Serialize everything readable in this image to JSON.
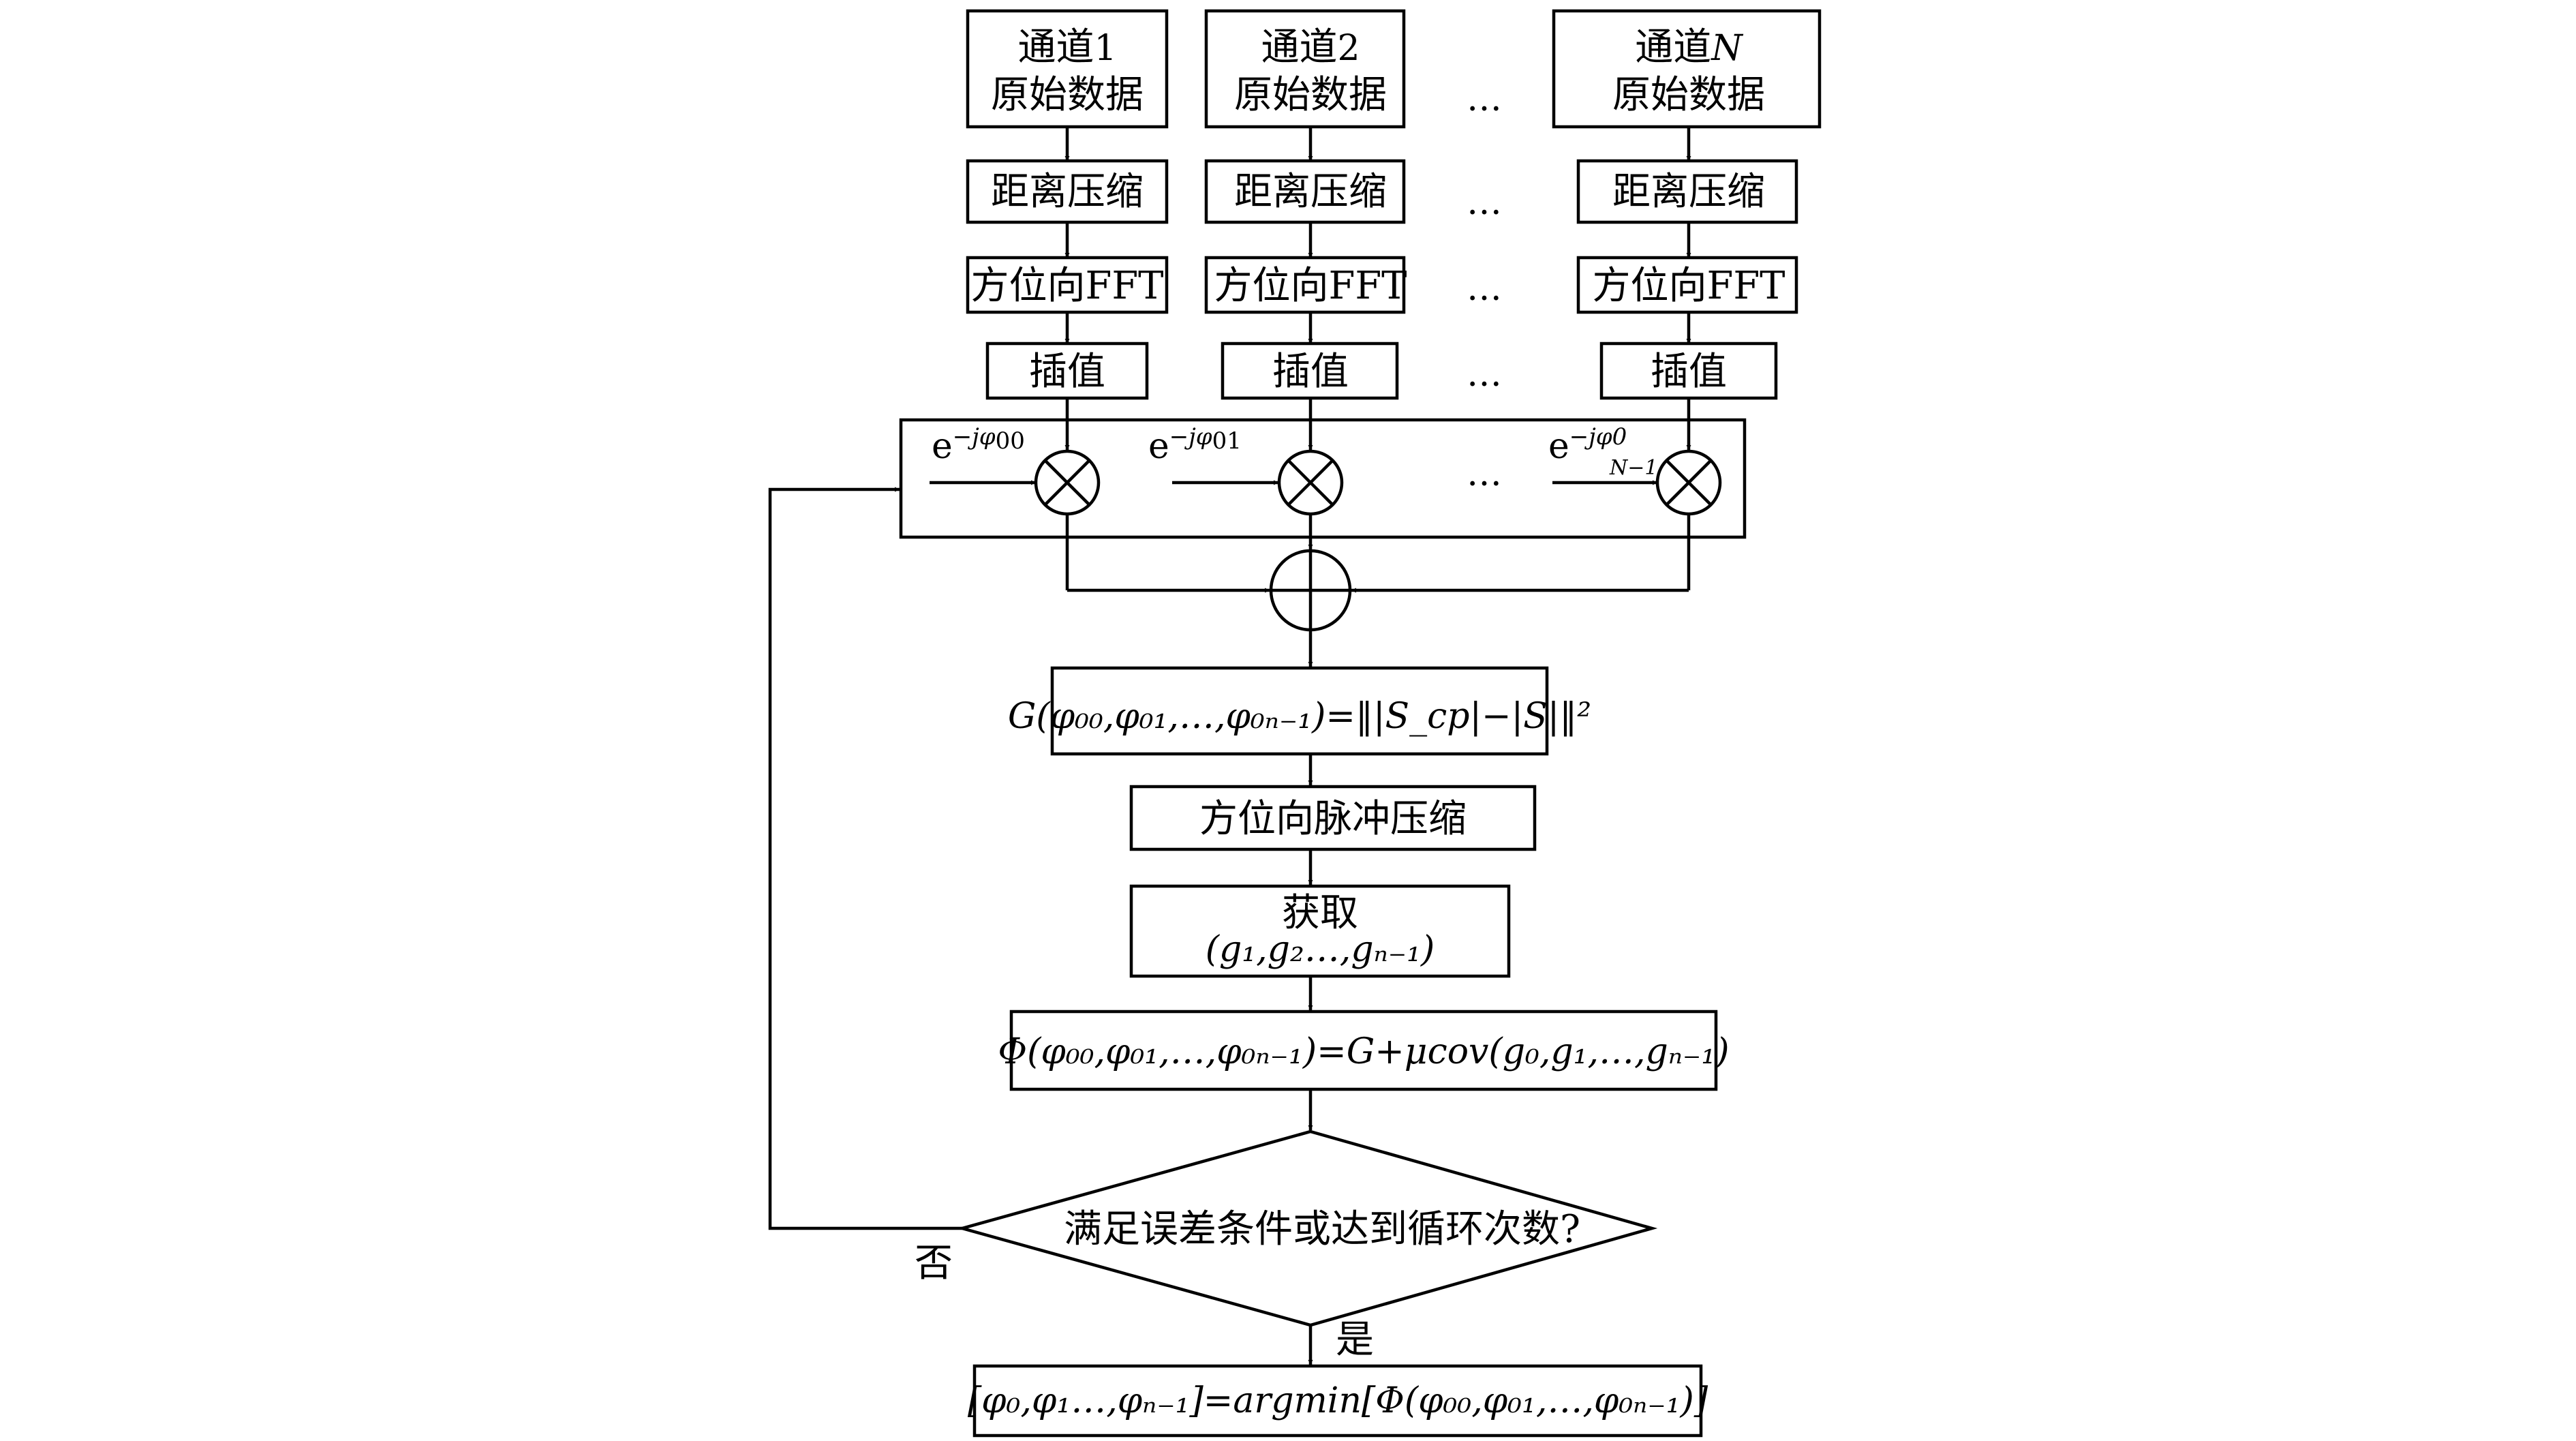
{
  "channels": [
    {
      "title": "通道",
      "index": "1",
      "raw": "原始数据",
      "range_comp": "距离压缩",
      "az_fft": "方位向FFT",
      "interp": "插值",
      "phase_base": "e",
      "phase_exp": "−jφ",
      "phase_sub": "00"
    },
    {
      "title": "通道",
      "index": "2",
      "raw": "原始数据",
      "range_comp": "距离压缩",
      "az_fft": "方位向FFT",
      "interp": "插值",
      "phase_base": "e",
      "phase_exp": "−jφ",
      "phase_sub": "01"
    },
    {
      "title": "通道",
      "index": "N",
      "raw": "原始数据",
      "range_comp": "距离压缩",
      "az_fft": "方位向FFT",
      "interp": "插值",
      "phase_base": "e",
      "phase_exp": "−jφ0",
      "phase_sub": "N−1"
    }
  ],
  "ellipsis": "…",
  "cost_G": "G(φ₀₀,φ₀₁,…,φ₀ₙ₋₁)=‖|S_cp|−|S|‖²",
  "az_pulse": "方位向脉冲压缩",
  "acquire": {
    "line1": "获取",
    "line2": "(g₁,g₂…,gₙ₋₁)"
  },
  "cost_Phi": "Φ(φ₀₀,φ₀₁,…,φ₀ₙ₋₁)=G+μcov(g₀,g₁,…,gₙ₋₁)",
  "decision": "满足误差条件或达到循环次数?",
  "no_label": "否",
  "yes_label": "是",
  "result": "[φ₀,φ₁…,φₙ₋₁]=argmin[Φ(φ₀₀,φ₀₁,…,φ₀ₙ₋₁)]"
}
